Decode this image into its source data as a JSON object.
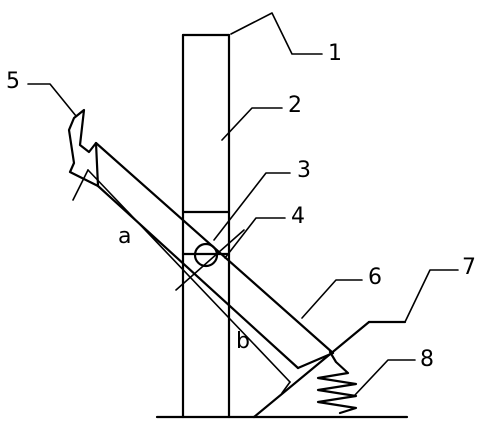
{
  "labels": {
    "l1": "1",
    "l2": "2",
    "l3": "3",
    "l4": "4",
    "l5": "5",
    "l6": "6",
    "l7": "7",
    "l8": "8",
    "la": "a",
    "lb": "b"
  }
}
